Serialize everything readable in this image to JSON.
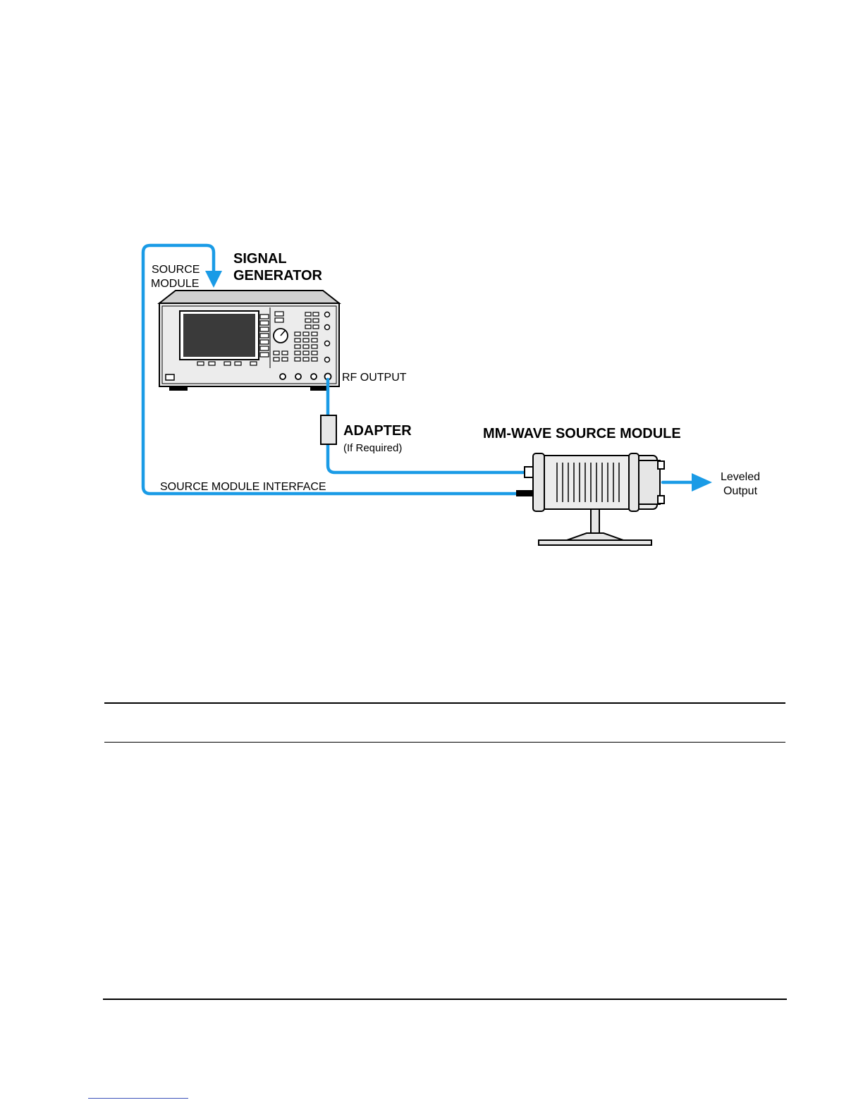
{
  "diagram": {
    "labels": {
      "signal_generator_line1": "SIGNAL",
      "signal_generator_line2": "GENERATOR",
      "source_module_line1": "SOURCE",
      "source_module_line2": "MODULE",
      "rf_output": "RF OUTPUT",
      "adapter": "ADAPTER",
      "adapter_note": "(If Required)",
      "mm_wave_module": "MM-WAVE SOURCE MODULE",
      "interface": "SOURCE MODULE INTERFACE",
      "leveled_line1": "Leveled",
      "leveled_line2": "Output"
    },
    "colors": {
      "cable": "#1a9be6",
      "outline": "#000000",
      "panel": "#e6e6e6",
      "screen": "#333333"
    }
  }
}
